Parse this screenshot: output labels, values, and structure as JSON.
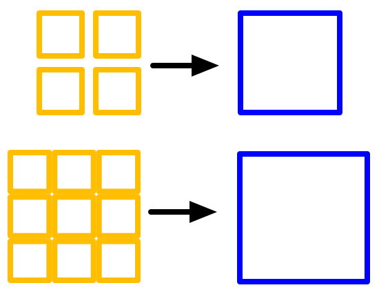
{
  "colors": {
    "background": "#ffffff",
    "input_grid": "#FFBF00",
    "output_square": "#0000FF",
    "arrow": "#000000"
  },
  "rows": [
    {
      "input": {
        "shape": "grid",
        "rows": 2,
        "cols": 2
      },
      "arrow": {
        "direction": "right",
        "icon": "arrow-right-icon"
      },
      "output": {
        "shape": "square",
        "count": 1
      }
    },
    {
      "input": {
        "shape": "grid",
        "rows": 3,
        "cols": 3
      },
      "arrow": {
        "direction": "right",
        "icon": "arrow-right-icon"
      },
      "output": {
        "shape": "square",
        "count": 1
      }
    }
  ]
}
